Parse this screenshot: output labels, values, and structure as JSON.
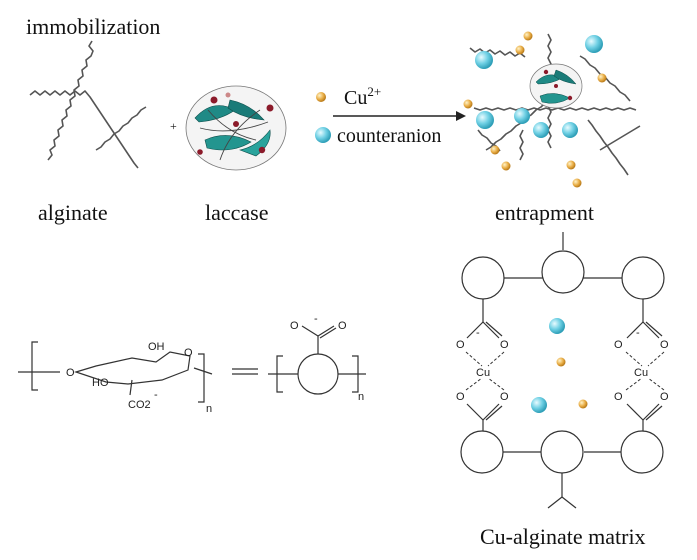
{
  "labels": {
    "title": "immobilization",
    "alginate": "alginate",
    "laccase": "laccase",
    "plus": "+",
    "cu_prefix": "Cu",
    "cu_sup": "2+",
    "counteranion": "counteranion",
    "entrapment": "entrapment",
    "matrix": "Cu-alginate matrix"
  },
  "chem": {
    "oh": "OH",
    "ho": "HO",
    "o": "O",
    "co2": "CO2",
    "minus": "-",
    "n": "n",
    "cu": "Cu"
  },
  "colors": {
    "cu_ion": "#e2a33c",
    "counteranion": "#5fc6dc",
    "protein_helix": "#1f8a86",
    "protein_accent": "#8b1a2a",
    "chain": "#555555"
  }
}
